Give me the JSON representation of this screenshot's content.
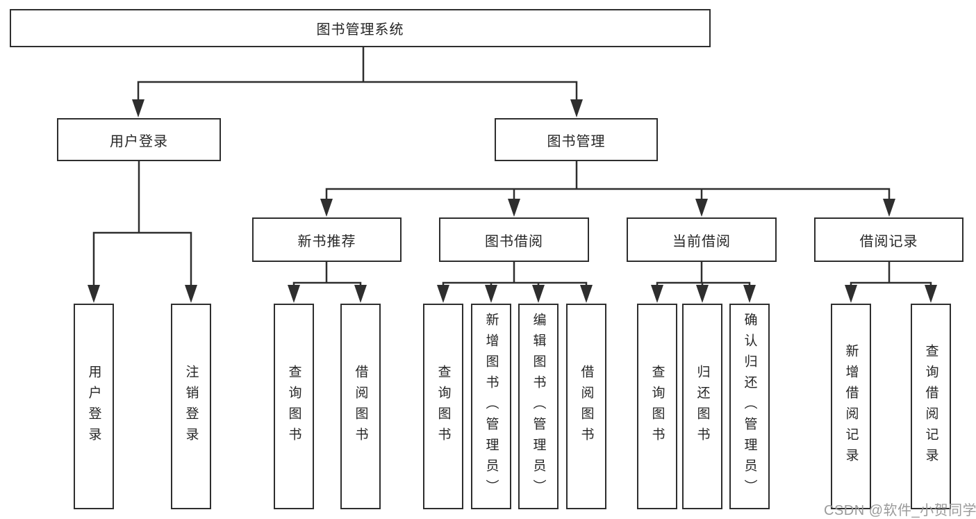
{
  "nodes": {
    "root": "图书管理系统",
    "user_login": "用户登录",
    "book_management": "图书管理",
    "new_book_recommend": "新书推荐",
    "book_borrowing": "图书借阅",
    "current_borrowing": "当前借阅",
    "borrowing_records": "借阅记录",
    "leaf_user_login": "用户登录",
    "leaf_logout": "注销登录",
    "leaf_query_books_1": "查询图书",
    "leaf_borrow_books_1": "借阅图书",
    "leaf_query_books_2": "查询图书",
    "leaf_add_books_admin": "新增图书（管理员）",
    "leaf_edit_books_admin": "编辑图书（管理员）",
    "leaf_borrow_books_2": "借阅图书",
    "leaf_query_books_3": "查询图书",
    "leaf_return_books": "归还图书",
    "leaf_confirm_return_admin": "确认归还（管理员）",
    "leaf_add_borrow_record": "新增借阅记录",
    "leaf_query_borrow_record": "查询借阅记录"
  },
  "structure": {
    "图书管理系统": {
      "用户登录": [
        "用户登录",
        "注销登录"
      ],
      "图书管理": {
        "新书推荐": [
          "查询图书",
          "借阅图书"
        ],
        "图书借阅": [
          "查询图书",
          "新增图书（管理员）",
          "编辑图书（管理员）",
          "借阅图书"
        ],
        "当前借阅": [
          "查询图书",
          "归还图书",
          "确认归还（管理员）"
        ],
        "借阅记录": [
          "新增借阅记录",
          "查询借阅记录"
        ]
      }
    }
  },
  "watermark": "CSDN @软件_小贺同学",
  "colors": {
    "line": "#2e2e2e",
    "box_border": "#2e2e2e",
    "box_fill": "#ffffff",
    "text": "#262626",
    "watermark": "#9a9a9a",
    "background": "#ffffff"
  }
}
